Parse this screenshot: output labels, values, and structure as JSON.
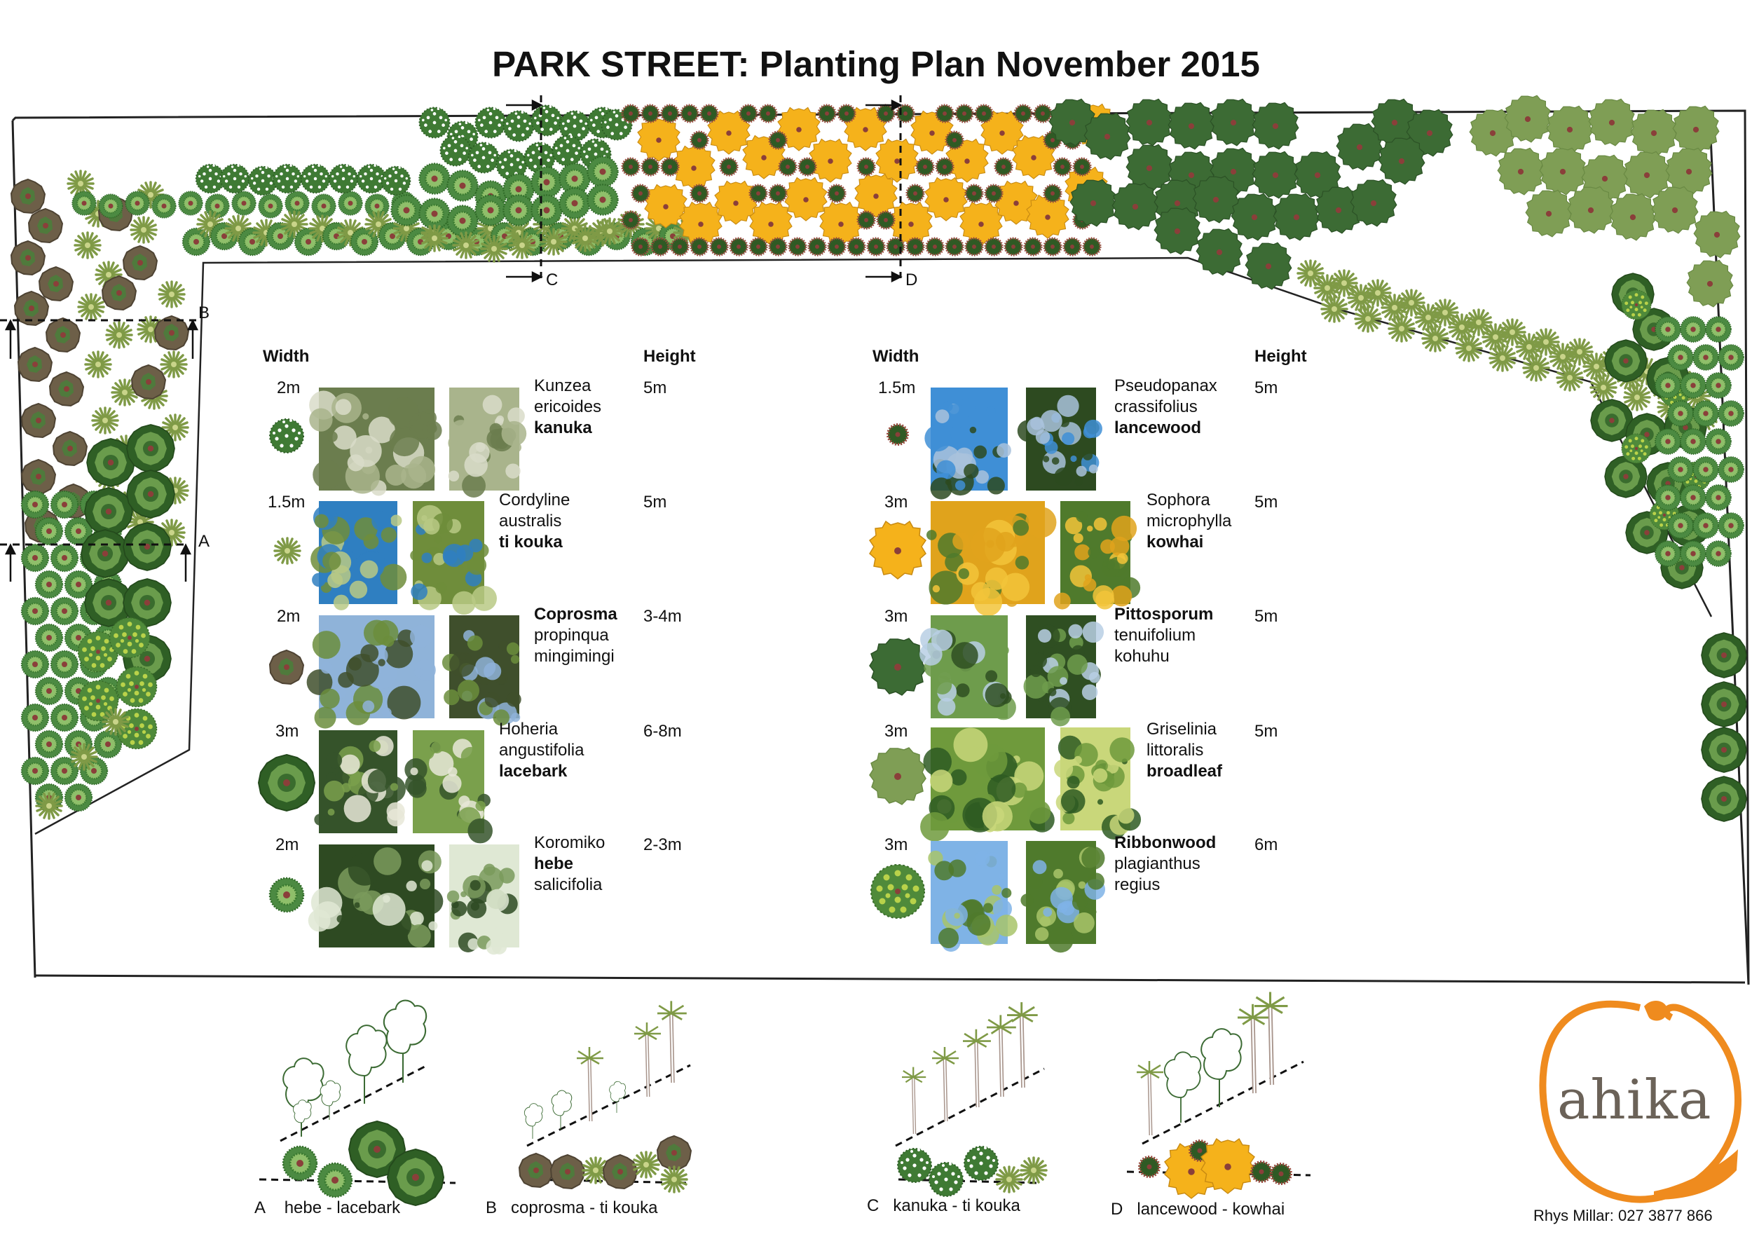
{
  "title": "PARK STREET:  Planting Plan November 2015",
  "legend": {
    "width_label": "Width",
    "height_label": "Height",
    "left": [
      {
        "width": "2m",
        "lines": [
          {
            "t": "Kunzea",
            "b": false
          },
          {
            "t": "ericoides",
            "b": false
          },
          {
            "t": "kanuka",
            "b": true
          }
        ],
        "height": "5m",
        "symbol": "kanuka"
      },
      {
        "width": "1.5m",
        "lines": [
          {
            "t": "Cordyline",
            "b": false
          },
          {
            "t": "australis",
            "b": false
          },
          {
            "t": "ti kouka",
            "b": true
          }
        ],
        "height": "5m",
        "symbol": "tikouka"
      },
      {
        "width": "2m",
        "lines": [
          {
            "t": "Coprosma",
            "b": true
          },
          {
            "t": "propinqua",
            "b": false
          },
          {
            "t": "mingimingi",
            "b": false
          }
        ],
        "height": "3-4m",
        "symbol": "coprosma"
      },
      {
        "width": "3m",
        "lines": [
          {
            "t": "Hoheria",
            "b": false
          },
          {
            "t": "angustifolia",
            "b": false
          },
          {
            "t": "lacebark",
            "b": true
          }
        ],
        "height": "6-8m",
        "symbol": "lacebark"
      },
      {
        "width": "2m",
        "lines": [
          {
            "t": "Koromiko",
            "b": false
          },
          {
            "t": "hebe",
            "b": true
          },
          {
            "t": "salicifolia",
            "b": false
          }
        ],
        "height": "2-3m",
        "symbol": "hebe"
      }
    ],
    "right": [
      {
        "width": "1.5m",
        "lines": [
          {
            "t": "Pseudopanax",
            "b": false
          },
          {
            "t": "crassifolius",
            "b": false
          },
          {
            "t": "lancewood",
            "b": true
          }
        ],
        "height": "5m",
        "symbol": "lancewood"
      },
      {
        "width": "3m",
        "lines": [
          {
            "t": "Sophora",
            "b": false
          },
          {
            "t": "microphylla",
            "b": false
          },
          {
            "t": "kowhai",
            "b": true
          }
        ],
        "height": "5m",
        "symbol": "kowhai"
      },
      {
        "width": "3m",
        "lines": [
          {
            "t": "Pittosporum",
            "b": true
          },
          {
            "t": "tenuifolium",
            "b": false
          },
          {
            "t": "kohuhu",
            "b": false
          }
        ],
        "height": "5m",
        "symbol": "kohuhu"
      },
      {
        "width": "3m",
        "lines": [
          {
            "t": "Griselinia",
            "b": false
          },
          {
            "t": "littoralis",
            "b": false
          },
          {
            "t": "broadleaf",
            "b": true
          }
        ],
        "height": "5m",
        "symbol": "broadleaf"
      },
      {
        "width": "3m",
        "lines": [
          {
            "t": "Ribbonwood",
            "b": true
          },
          {
            "t": "plagianthus",
            "b": false
          },
          {
            "t": "regius",
            "b": false
          }
        ],
        "height": "6m",
        "symbol": "ribbonwood"
      }
    ]
  },
  "section_markers": {
    "a": "A",
    "b": "B",
    "c": "C",
    "d": "D"
  },
  "sections": [
    {
      "letter": "A",
      "label": "hebe - lacebark"
    },
    {
      "letter": "B",
      "label": "coprosma - ti kouka"
    },
    {
      "letter": "C",
      "label": "kanuka - ti kouka"
    },
    {
      "letter": "D",
      "label": "lancewood - kowhai"
    }
  ],
  "logo": {
    "text": "ahika"
  },
  "credit": "Rhys Millar: 027 3877 866",
  "colors": {
    "kanuka": "#3f7a34",
    "tikouka": "#7f9a46",
    "coprosma": "#6d5f48",
    "lacebark": "#3a6c2e",
    "hebe": "#4c8a42",
    "lancewood": "#2f5a24",
    "kowhai": "#f5b21b",
    "kohuhu": "#3c6b34",
    "broadleaf": "#7f9e55",
    "ribbonwood": "#4f8a3a",
    "dot": "#8a3f3a",
    "logo": "#ef8b1e"
  }
}
